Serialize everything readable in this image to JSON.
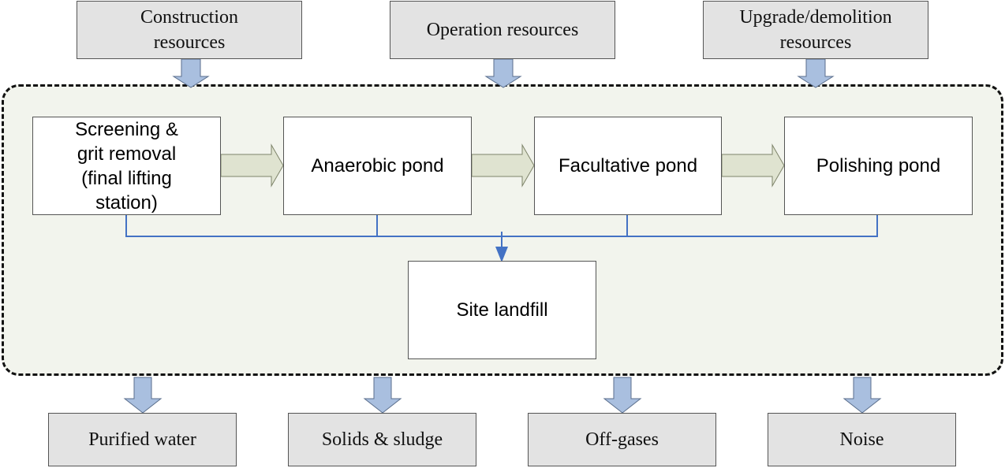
{
  "inputs": {
    "construction": "Construction\nresources",
    "operation": "Operation resources",
    "upgrade": "Upgrade/demolition\nresources"
  },
  "processes": {
    "screening": "Screening &\ngrit removal\n(final lifting\nstation)",
    "anaerobic": "Anaerobic pond",
    "facultative": "Facultative pond",
    "polishing": "Polishing pond",
    "landfill": "Site landfill"
  },
  "outputs": {
    "purified_water": "Purified water",
    "solids_sludge": "Solids & sludge",
    "off_gases": "Off-gases",
    "noise": "Noise"
  },
  "colors": {
    "input_output_fill": "#e3e3e3",
    "boundary_fill": "#f2f4ed",
    "block_arrow_fill": "#a9bfdf",
    "flow_arrow_fill": "#dfe3d0",
    "connector_line": "#4472c4"
  }
}
